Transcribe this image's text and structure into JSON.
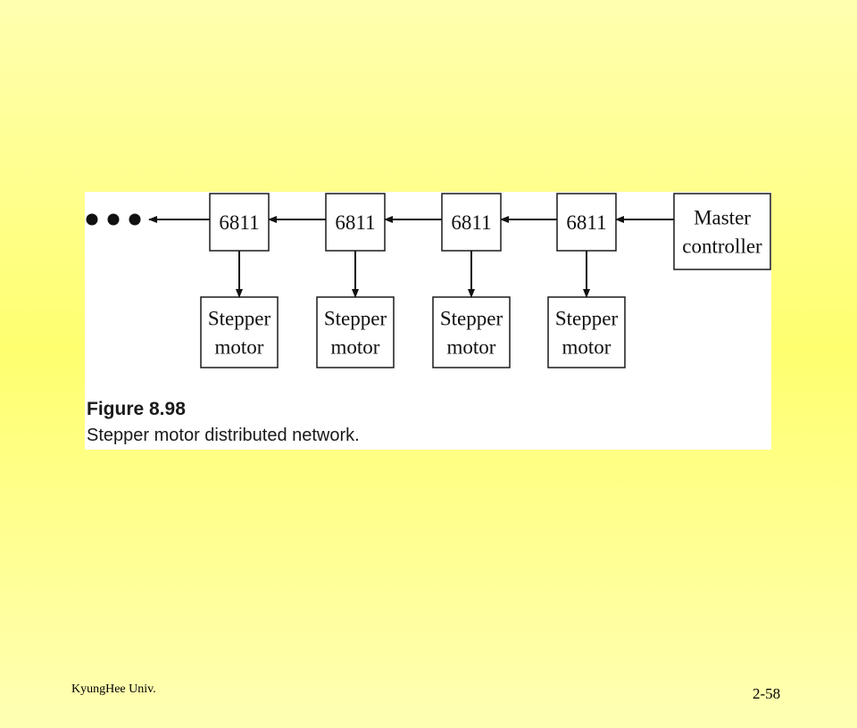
{
  "figure": {
    "title": "Figure 8.98",
    "caption": "Stepper motor distributed network.",
    "nodes": [
      {
        "id": "master",
        "lines": [
          "Master",
          "controller"
        ]
      },
      {
        "id": "mcu1",
        "lines": [
          "6811"
        ]
      },
      {
        "id": "mcu2",
        "lines": [
          "6811"
        ]
      },
      {
        "id": "mcu3",
        "lines": [
          "6811"
        ]
      },
      {
        "id": "mcu4",
        "lines": [
          "6811"
        ]
      },
      {
        "id": "motor1",
        "lines": [
          "Stepper",
          "motor"
        ]
      },
      {
        "id": "motor2",
        "lines": [
          "Stepper",
          "motor"
        ]
      },
      {
        "id": "motor3",
        "lines": [
          "Stepper",
          "motor"
        ]
      },
      {
        "id": "motor4",
        "lines": [
          "Stepper",
          "motor"
        ]
      }
    ],
    "edges": [
      {
        "from": "master",
        "to": "mcu4"
      },
      {
        "from": "mcu4",
        "to": "mcu3"
      },
      {
        "from": "mcu3",
        "to": "mcu2"
      },
      {
        "from": "mcu2",
        "to": "mcu1"
      },
      {
        "from": "mcu1",
        "to": "continuation"
      },
      {
        "from": "mcu1",
        "to": "motor1"
      },
      {
        "from": "mcu2",
        "to": "motor2"
      },
      {
        "from": "mcu3",
        "to": "motor3"
      },
      {
        "from": "mcu4",
        "to": "motor4"
      }
    ],
    "continuation": "ellipsis-dots"
  },
  "footer": {
    "institution": "KyungHee Univ.",
    "page": "2-58"
  }
}
